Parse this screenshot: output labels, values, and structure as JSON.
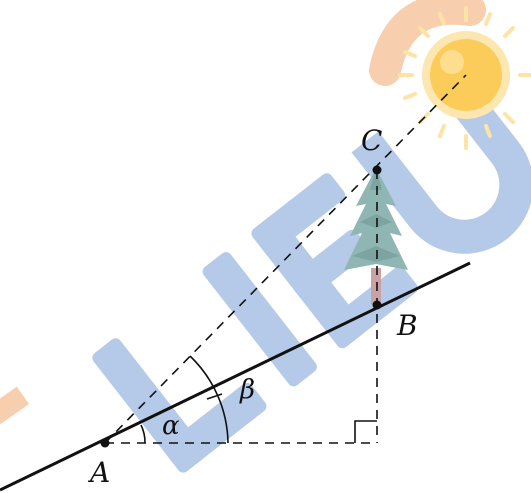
{
  "watermark": {
    "letters": [
      "L",
      "I",
      "E",
      "U"
    ],
    "first_letter": "L",
    "blue": "#9fb8df",
    "orange": "#f7c7a0"
  },
  "points": {
    "A": "A",
    "B": "B",
    "C": "C"
  },
  "angles": {
    "alpha": "α",
    "beta": "β"
  },
  "colors": {
    "line": "#111111",
    "tree": "#8fb6b2",
    "tree_dark": "#6f9a97",
    "trunk": "#c9a2a6",
    "sun_core": "#fccc5b",
    "sun_ray": "#fde7b0"
  },
  "icons": {
    "sun": "sun-icon",
    "tree": "tree-icon"
  }
}
